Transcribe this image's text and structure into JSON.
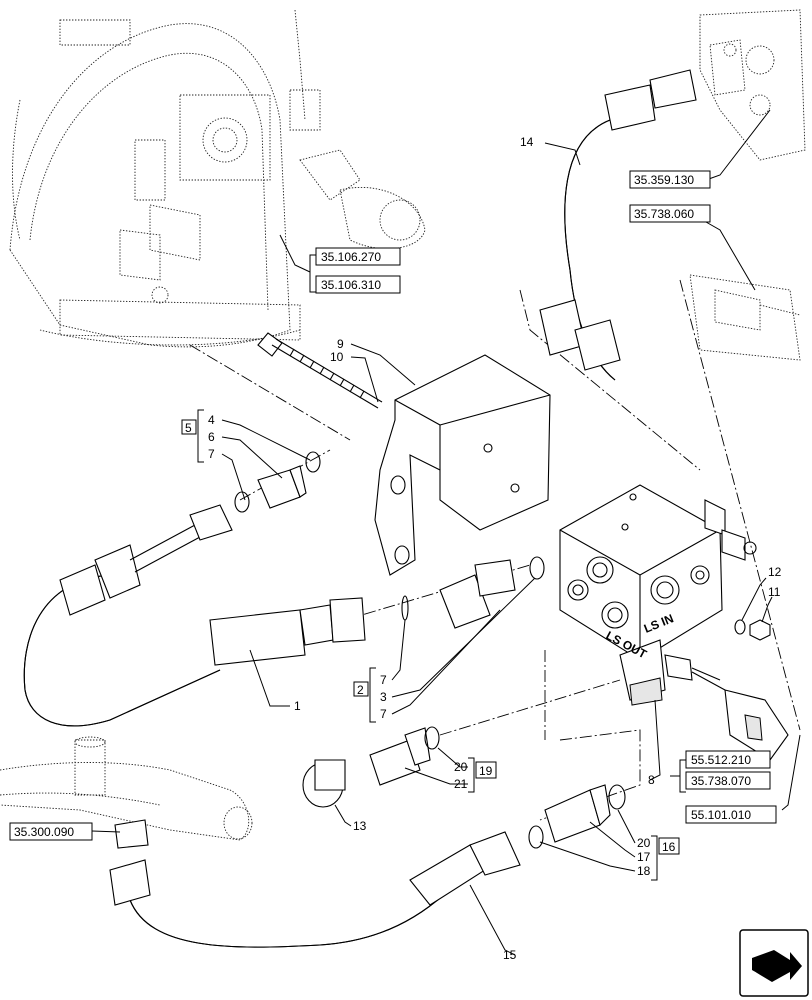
{
  "callouts": {
    "c1": "1",
    "c3": "3",
    "c4": "4",
    "c6": "6",
    "c7a": "7",
    "c7b": "7",
    "c7c": "7",
    "c8": "8",
    "c9": "9",
    "c10": "10",
    "c11": "11",
    "c12": "12",
    "c13": "13",
    "c14": "14",
    "c15": "15",
    "c17": "17",
    "c18": "18",
    "c20a": "20",
    "c20b": "20",
    "c21": "21"
  },
  "kit_boxes": {
    "k2": "2",
    "k5": "5",
    "k16": "16",
    "k19": "19"
  },
  "references": {
    "r1": "35.106.270",
    "r2": "35.106.310",
    "r3": "35.359.130",
    "r4": "35.738.060",
    "r5": "55.512.210",
    "r6": "35.738.070",
    "r7": "55.101.010",
    "r8": "35.300.090"
  },
  "valve_port_labels": {
    "ls_in": "LS IN",
    "ls_out": "LS OUT"
  },
  "colors": {
    "line": "#000000",
    "hatch": "#e6e6e6",
    "background": "#ffffff"
  },
  "icons": [
    "next-page-arrow-icon"
  ]
}
